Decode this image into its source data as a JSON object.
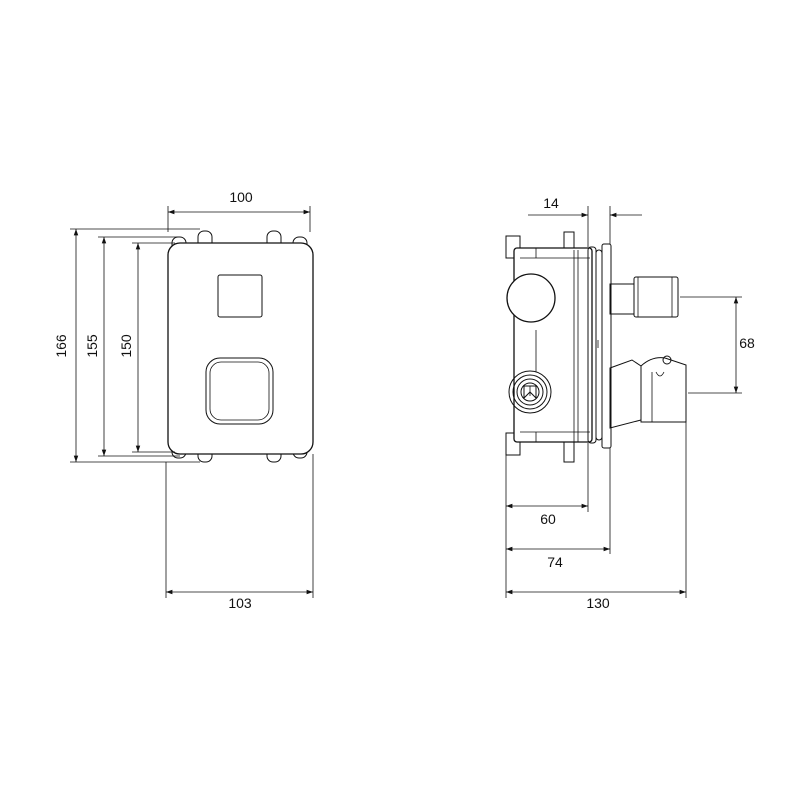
{
  "front_view": {
    "dimensions": {
      "top_width": "100",
      "bottom_width": "103",
      "height_outer": "166",
      "height_mid": "155",
      "height_inner": "150"
    }
  },
  "side_view": {
    "dimensions": {
      "depth_small": "14",
      "outlet_spacing": "68",
      "depth_box": "60",
      "depth_plate": "74",
      "depth_total": "130"
    }
  },
  "colors": {
    "line": "#111111",
    "background": "#ffffff"
  }
}
